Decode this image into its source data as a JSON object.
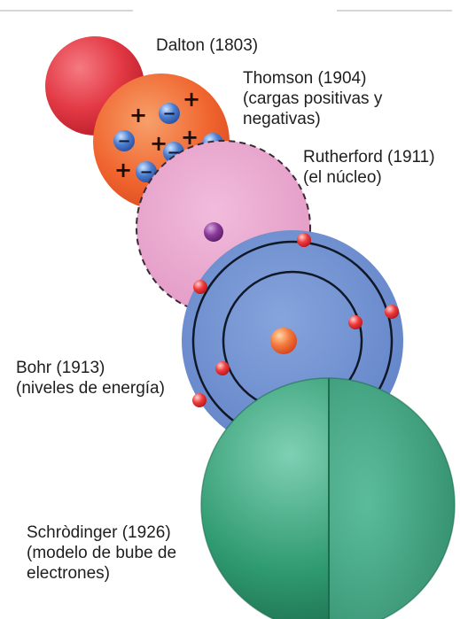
{
  "models": [
    {
      "id": "dalton",
      "lines": [
        "Dalton (1803)"
      ],
      "color": "#e53a44"
    },
    {
      "id": "thomson",
      "lines": [
        "Thomson (1904)",
        "(cargas positivas y",
        "negativas)"
      ],
      "color": "#f26a36"
    },
    {
      "id": "rutherford",
      "lines": [
        "Rutherford (1911)",
        "(el núcleo)"
      ],
      "color": "#e8a2c8"
    },
    {
      "id": "bohr",
      "lines": [
        "Bohr (1913)",
        "(niveles de energía)"
      ],
      "color": "#6e8fcf"
    },
    {
      "id": "schrodinger",
      "lines": [
        "Schròdinger (1926)",
        "(modelo de bube de",
        "electrones)"
      ],
      "color": "#2f9a70"
    }
  ],
  "thomson_signs": {
    "plus": "+",
    "minus": "−"
  }
}
